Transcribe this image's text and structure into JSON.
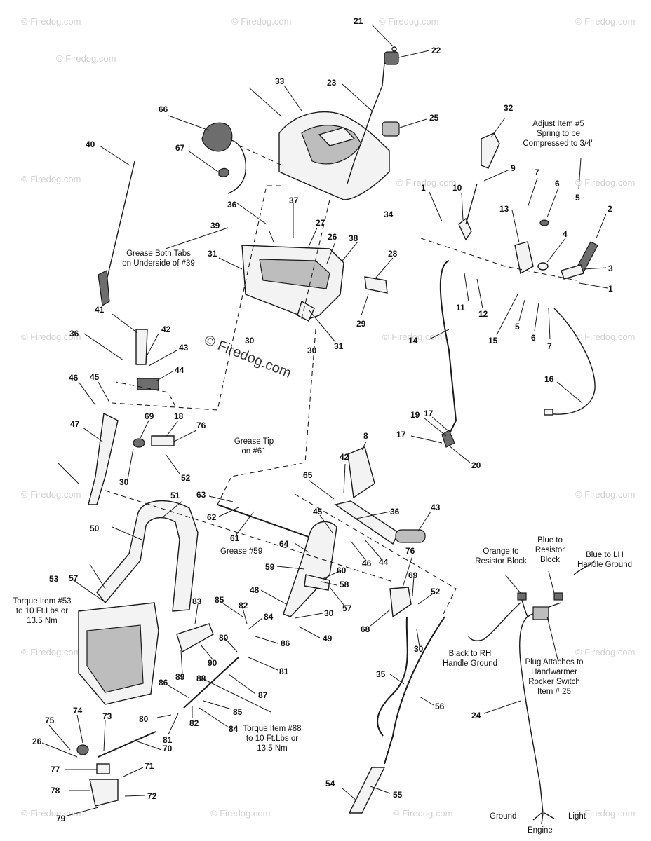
{
  "watermark": {
    "small": "© Firedog.com",
    "center": "© Firedog.com"
  },
  "callouts": [
    "21",
    "22",
    "23",
    "25",
    "32",
    "34",
    "33",
    "66",
    "67",
    "40",
    "9",
    "10",
    "1",
    "7",
    "6",
    "5",
    "13",
    "2",
    "4",
    "3",
    "1",
    "36",
    "37",
    "27",
    "26",
    "38",
    "39",
    "31",
    "28",
    "29",
    "30",
    "30",
    "31",
    "11",
    "12",
    "14",
    "5",
    "6",
    "7",
    "15",
    "16",
    "41",
    "42",
    "36",
    "43",
    "44",
    "46",
    "45",
    "47",
    "69",
    "18",
    "76",
    "30",
    "52",
    "17",
    "19",
    "17",
    "20",
    "8",
    "42",
    "65",
    "36",
    "43",
    "45",
    "46",
    "44",
    "63",
    "62",
    "61",
    "64",
    "59",
    "60",
    "58",
    "57",
    "76",
    "69",
    "52",
    "51",
    "50",
    "57",
    "53",
    "83",
    "85",
    "82",
    "84",
    "48",
    "30",
    "49",
    "86",
    "80",
    "81",
    "90",
    "89",
    "88",
    "87",
    "68",
    "30",
    "35",
    "56",
    "86",
    "80",
    "85",
    "84",
    "82",
    "81",
    "74",
    "73",
    "75",
    "26",
    "77",
    "71",
    "70",
    "78",
    "72",
    "79",
    "54",
    "55",
    "24"
  ],
  "notes": {
    "adjust_spring": [
      "Adjust Item #5",
      "Spring to be",
      "Compressed to 3/4\""
    ],
    "grease_tabs": [
      "Grease Both Tabs",
      "on Underside of #39"
    ],
    "grease_tip": [
      "Grease Tip",
      "on #61"
    ],
    "grease_59": "Grease #59",
    "torque_53": [
      "Torque Item #53",
      "to 10 Ft.Lbs or",
      "13.5 Nm"
    ],
    "torque_88": [
      "Torque Item #88",
      "to 10 Ft.Lbs or",
      "13.5 Nm"
    ],
    "blue_resistor": [
      "Blue to",
      "Resistor",
      "Block"
    ],
    "blue_lh": [
      "Blue to LH",
      "Handle Ground"
    ],
    "orange_resistor": [
      "Orange to",
      "Resistor Block"
    ],
    "black_rh": [
      "Black to RH",
      "Handle Ground"
    ],
    "plug_attaches": [
      "Plug Attaches to",
      "Handwarmer",
      "Rocker Switch",
      "Item # 25"
    ],
    "ground": "Ground",
    "engine": "Engine",
    "light": "Light"
  }
}
